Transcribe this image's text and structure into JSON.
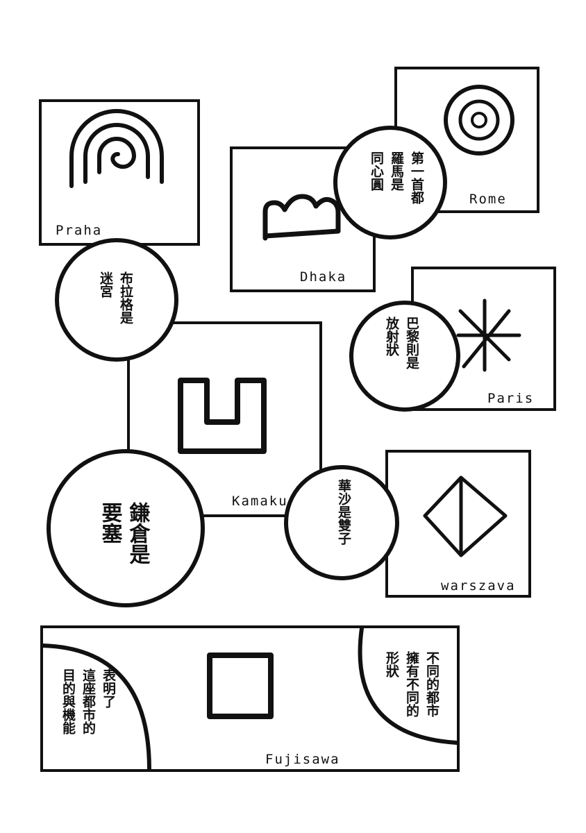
{
  "cities": {
    "praha": {
      "label": "Praha"
    },
    "rome": {
      "label": "Rome"
    },
    "dhaka": {
      "label": "Dhaka"
    },
    "paris": {
      "label": "Paris"
    },
    "kamakura": {
      "label": "Kamaku"
    },
    "warszava": {
      "label": "warszava"
    },
    "fujisawa": {
      "label": "Fujisawa"
    }
  },
  "bubbles": {
    "rome": {
      "col1": "第一首都",
      "col2": "羅馬是",
      "col3": "同心圓"
    },
    "praha": {
      "col1": "布拉格是",
      "col2": "迷宮"
    },
    "paris": {
      "col1": "巴黎則是",
      "col2": "放射狀"
    },
    "kamakura": {
      "col1": "鎌倉是",
      "col2": "要塞"
    },
    "warszava": {
      "col1": "華沙是雙子"
    }
  },
  "bottom": {
    "right": {
      "col1": "不同的都市",
      "col2": "擁有不同的",
      "col3": "形狀"
    },
    "left": {
      "col1": "表明了",
      "col2": "這座都市的",
      "col3": "目的與機能"
    }
  }
}
